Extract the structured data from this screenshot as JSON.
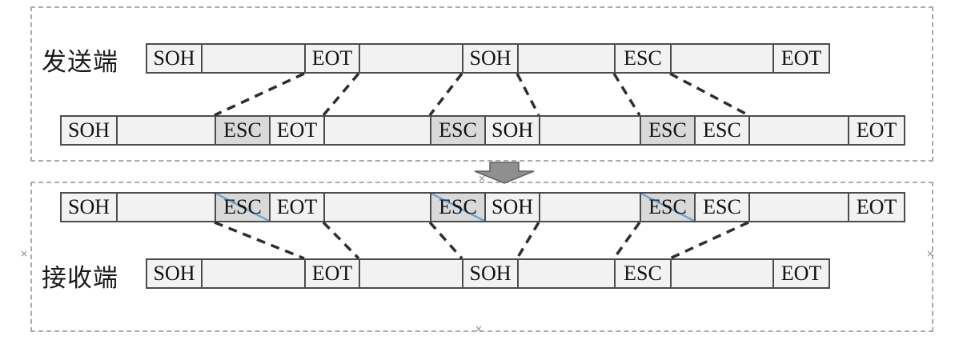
{
  "diagram": {
    "title_semantic": "byte-stuffing",
    "sender_label": "发送端",
    "receiver_label": "接收端",
    "handle_symbol": "×",
    "arrow": {
      "direction": "down"
    }
  },
  "colors": {
    "cell_background": "#f2f2f2",
    "inserted_cell_background": "#d9d9d9",
    "cell_border": "#4d4d4d",
    "delete_slash": "#6fa8dc",
    "connector_line": "#2e2e2e",
    "group_box_border": "#ababab",
    "arrow_fill": "#8f8f8f"
  },
  "frames": {
    "sender_original": [
      {
        "text": "SOH",
        "w": 71
      },
      {
        "text": "",
        "w": 131
      },
      {
        "text": "EOT",
        "w": 70
      },
      {
        "text": "",
        "w": 131
      },
      {
        "text": "SOH",
        "w": 71
      },
      {
        "text": "",
        "w": 123
      },
      {
        "text": "ESC",
        "w": 72
      },
      {
        "text": "",
        "w": 130
      },
      {
        "text": "EOT",
        "w": 72
      }
    ],
    "sender_stuffed": [
      {
        "text": "SOH",
        "w": 72
      },
      {
        "text": "",
        "w": 125
      },
      {
        "text": "ESC",
        "w": 70,
        "inserted": true
      },
      {
        "text": "EOT",
        "w": 70
      },
      {
        "text": "",
        "w": 135
      },
      {
        "text": "ESC",
        "w": 70,
        "inserted": true
      },
      {
        "text": "SOH",
        "w": 70
      },
      {
        "text": "",
        "w": 128
      },
      {
        "text": "ESC",
        "w": 70,
        "inserted": true
      },
      {
        "text": "ESC",
        "w": 70
      },
      {
        "text": "",
        "w": 126
      },
      {
        "text": "EOT",
        "w": 72
      }
    ],
    "receiver_stuffed": [
      {
        "text": "SOH",
        "w": 72
      },
      {
        "text": "",
        "w": 125
      },
      {
        "text": "ESC",
        "w": 70,
        "inserted": true,
        "slash": true
      },
      {
        "text": "EOT",
        "w": 70
      },
      {
        "text": "",
        "w": 135
      },
      {
        "text": "ESC",
        "w": 70,
        "inserted": true,
        "slash": true
      },
      {
        "text": "SOH",
        "w": 70
      },
      {
        "text": "",
        "w": 128
      },
      {
        "text": "ESC",
        "w": 70,
        "inserted": true,
        "slash": true
      },
      {
        "text": "ESC",
        "w": 70
      },
      {
        "text": "",
        "w": 126
      },
      {
        "text": "EOT",
        "w": 72
      }
    ],
    "receiver_destuffed": [
      {
        "text": "SOH",
        "w": 71
      },
      {
        "text": "",
        "w": 131
      },
      {
        "text": "EOT",
        "w": 70
      },
      {
        "text": "",
        "w": 131
      },
      {
        "text": "SOH",
        "w": 71
      },
      {
        "text": "",
        "w": 123
      },
      {
        "text": "ESC",
        "w": 72
      },
      {
        "text": "",
        "w": 130
      },
      {
        "text": "EOT",
        "w": 72
      }
    ]
  }
}
